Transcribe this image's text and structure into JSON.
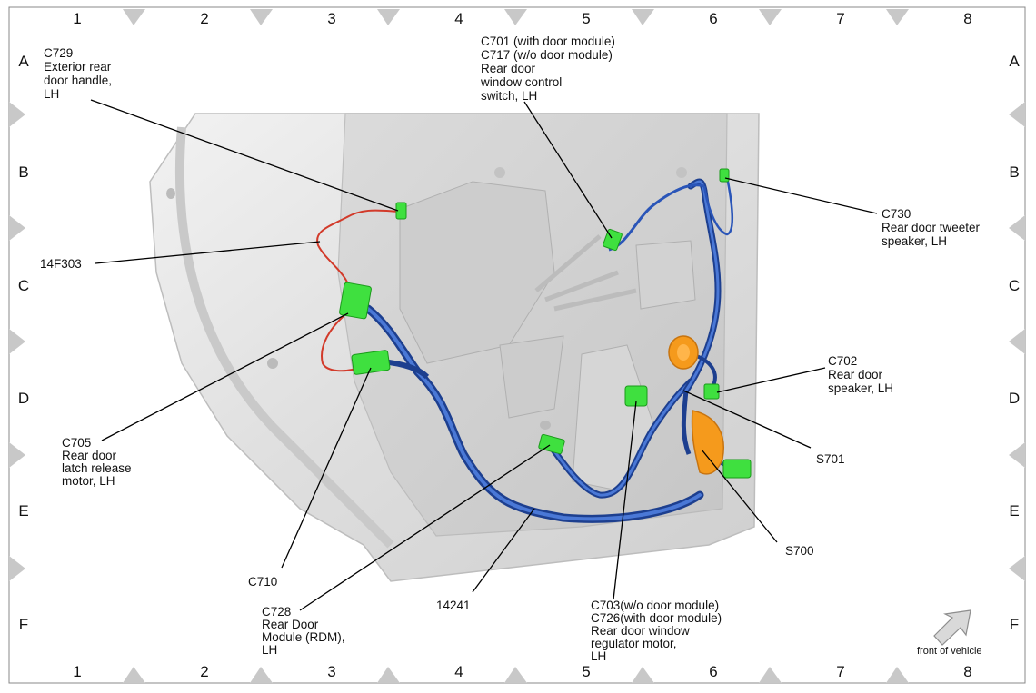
{
  "grid": {
    "columns": [
      "1",
      "2",
      "3",
      "4",
      "5",
      "6",
      "7",
      "8"
    ],
    "rows": [
      "A",
      "B",
      "C",
      "D",
      "E",
      "F"
    ]
  },
  "callouts": {
    "c729": [
      "C729",
      "Exterior rear",
      "door handle,",
      "LH"
    ],
    "c701": [
      "C701 (with door module)",
      "C717 (w/o door module)",
      "Rear door",
      "window control",
      "switch, LH"
    ],
    "c730": [
      "C730",
      "Rear door tweeter",
      "speaker, LH"
    ],
    "f14f303": [
      "14F303"
    ],
    "c705": [
      "C705",
      "Rear door",
      "latch release",
      "motor, LH"
    ],
    "c702": [
      "C702",
      "Rear door",
      "speaker, LH"
    ],
    "s701": [
      "S701"
    ],
    "s700": [
      "S700"
    ],
    "c710": [
      "C710"
    ],
    "c728": [
      "C728",
      "Rear Door",
      "Module (RDM),",
      "LH"
    ],
    "n14241": [
      "14241"
    ],
    "c703": [
      "C703(w/o door module)",
      "C726(with door module)",
      "Rear door window",
      "regulator motor,",
      "LH"
    ]
  },
  "legend": {
    "label": "front of vehicle",
    "icon": "arrow-icon"
  },
  "colors": {
    "harness_blue": "#2a55b8",
    "harness_red": "#d23a2a",
    "connector_green": "#3fe03f",
    "grommet_orange": "#f59a1c",
    "door_panel": "#e6e6e6",
    "grid_triangle": "#c8c8c8"
  }
}
